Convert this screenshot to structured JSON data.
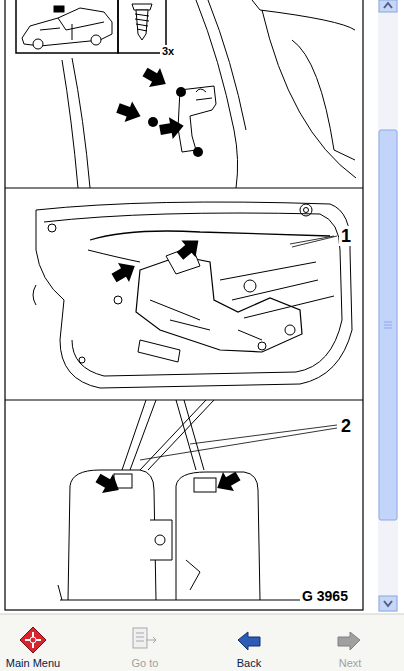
{
  "diagram": {
    "labels": [
      "3x",
      "1",
      "2",
      "G 3965",
      "Main Menu",
      "Go to",
      "Back",
      "Next"
    ]
  }
}
